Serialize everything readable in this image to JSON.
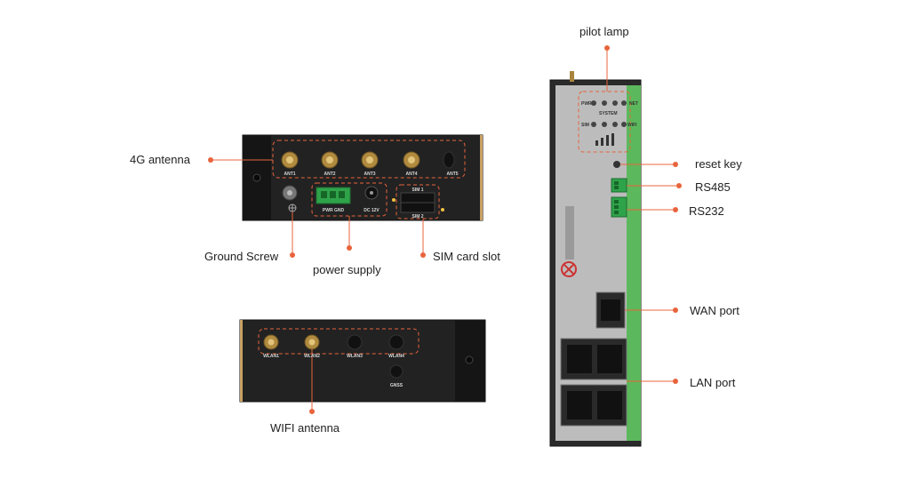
{
  "labels": {
    "antenna_4g": "4G antenna",
    "ground_screw": "Ground Screw",
    "power_supply": "power supply",
    "sim_slot": "SIM card slot",
    "wifi_antenna": "WIFI antenna",
    "pilot_lamp": "pilot lamp",
    "reset_key": "reset key",
    "rs485": "RS485",
    "rs232": "RS232",
    "wan_port": "WAN port",
    "lan_port": "LAN port"
  },
  "panel_top": {
    "ant": [
      "ANT1",
      "ANT2",
      "ANT3",
      "ANT4",
      "ANT5"
    ],
    "pwr_gnd": "PWR GND",
    "dc": "DC 12V",
    "sim1": "SIM 1",
    "sim2": "SIM 2"
  },
  "panel_bottom": {
    "wlan": [
      "WLAN1",
      "WLAN2",
      "WLAN3",
      "WLAN4"
    ],
    "gnss": "GNSS"
  },
  "side_panel": {
    "led_pwr": "PWR",
    "led_sim": "SIM",
    "led_net": "NET",
    "led_wifi": "WIFI",
    "system": "SYSTEM"
  },
  "colors": {
    "accent": "#e8643c",
    "device": "#1c1c1c",
    "green": "#5cb85c"
  }
}
